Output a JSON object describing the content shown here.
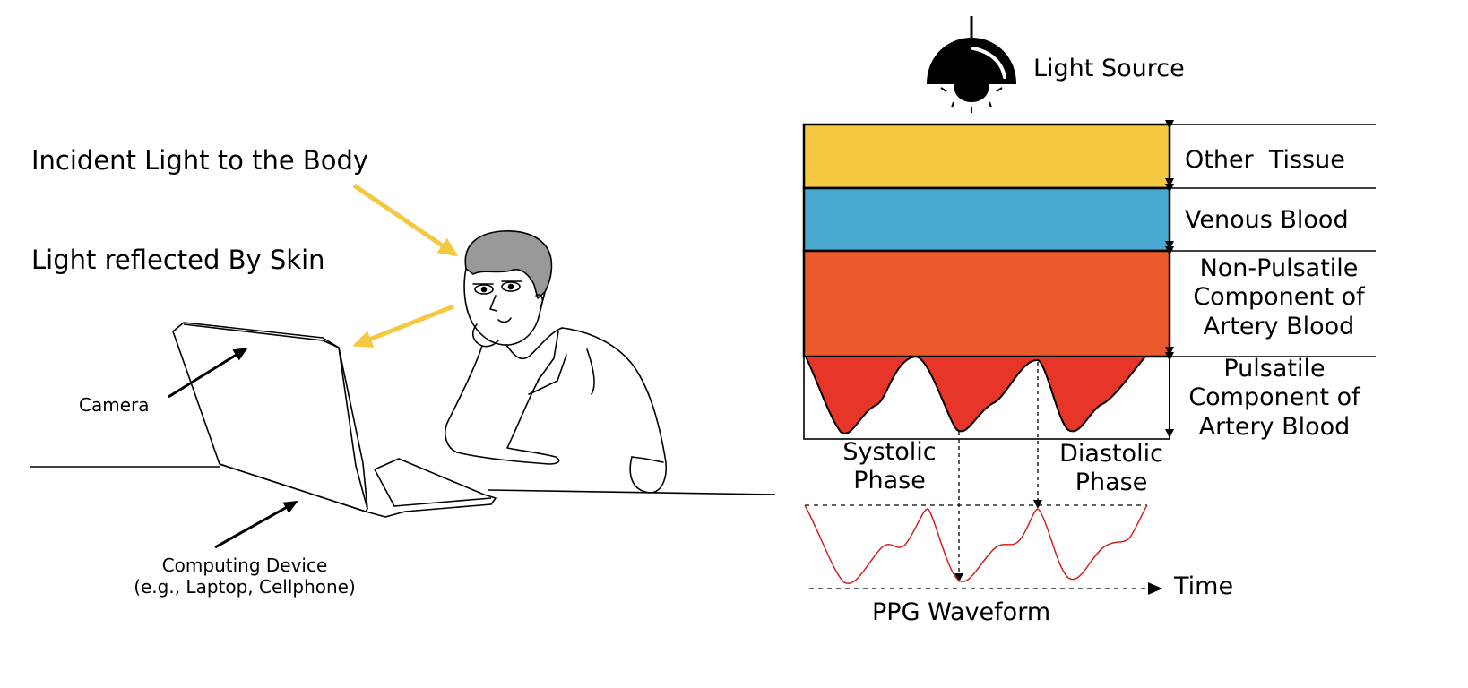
{
  "left_panel": {
    "incident_label": "Incident Light to the Body",
    "reflected_label": "Light reflected By Skin",
    "camera_label": "Camera",
    "device_label_line1": "Computing Device",
    "device_label_line2": "(e.g., Laptop, Cellphone)",
    "arrow_color": "#F5C842"
  },
  "right_panel": {
    "light_source_label": "Light Source",
    "layers": [
      {
        "label": "Other  Tissue",
        "color": "#F5C842"
      },
      {
        "label": "Venous Blood",
        "color": "#48A8D0"
      },
      {
        "label_lines": [
          "Non-Pulsatile",
          "Component of",
          "Artery Blood"
        ],
        "color": "#EA5A2B"
      },
      {
        "label_lines": [
          "Pulsatile",
          "Component of",
          "Artery Blood"
        ],
        "color": "#E8352A"
      }
    ],
    "systolic_lines": [
      "Systolic",
      "Phase"
    ],
    "diastolic_lines": [
      "Diastolic",
      "Phase"
    ],
    "time_label": "Time",
    "waveform_label": "PPG Waveform",
    "waveform_color": "#D42020"
  }
}
